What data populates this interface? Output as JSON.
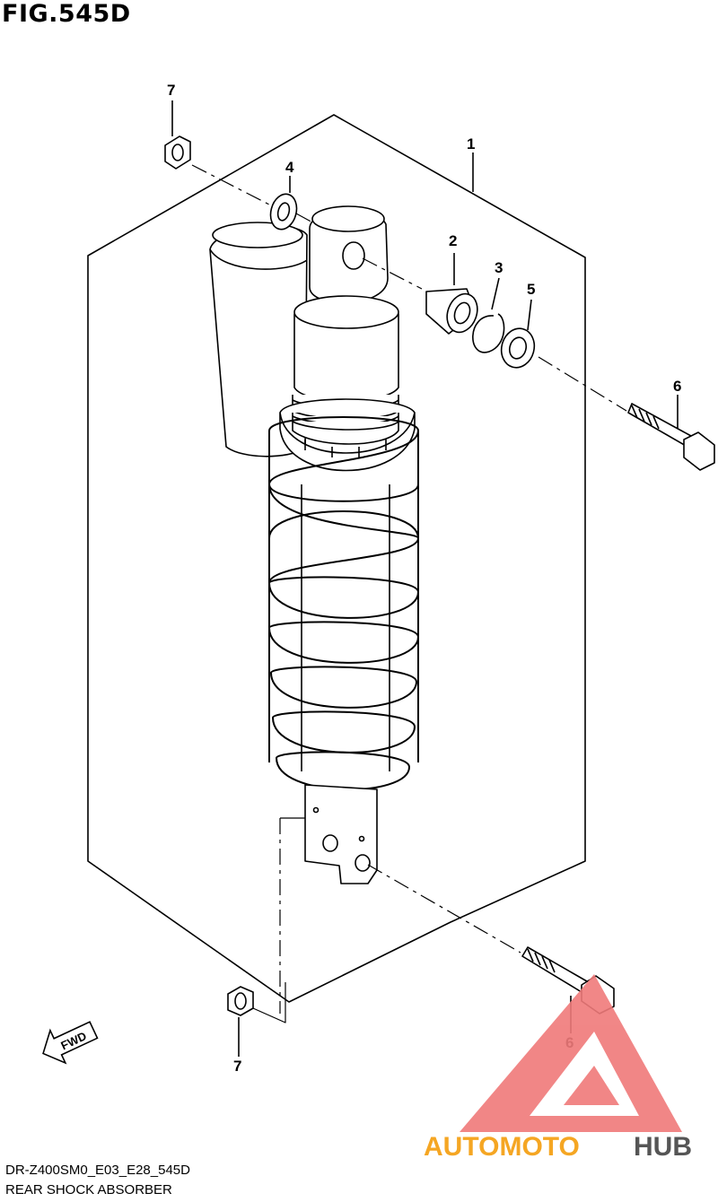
{
  "figure": {
    "title": "FIG.545D"
  },
  "callouts": [
    {
      "id": "c1",
      "label": "1"
    },
    {
      "id": "c2",
      "label": "2"
    },
    {
      "id": "c3",
      "label": "3"
    },
    {
      "id": "c4",
      "label": "4"
    },
    {
      "id": "c5",
      "label": "5"
    },
    {
      "id": "c6a",
      "label": "6"
    },
    {
      "id": "c6b",
      "label": "6"
    },
    {
      "id": "c7a",
      "label": "7"
    },
    {
      "id": "c7b",
      "label": "7"
    }
  ],
  "fwd_label": "FWD",
  "footer": {
    "code": "DR-Z400SM0_E03_E28_545D",
    "name": "REAR SHOCK ABSORBER"
  },
  "watermark": {
    "part1": "AUTOMOTO",
    "part2": "HUB",
    "color_main": "#f07a7a",
    "color_accent": "#f5a623",
    "color_hub": "#555555"
  }
}
